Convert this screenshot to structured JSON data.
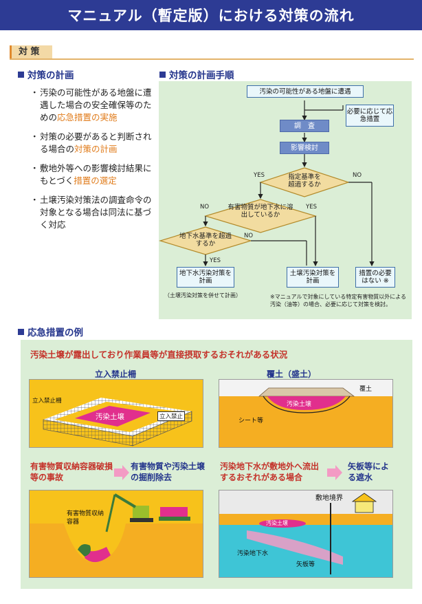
{
  "header": {
    "title": "マニュアル（暫定版）における対策の流れ"
  },
  "tab": {
    "label": "対 策"
  },
  "plan": {
    "heading": "対策の計画",
    "bullets": [
      {
        "pre": "汚染の可能性がある地盤に遭遇した場合の安全確保等のための",
        "hl": "応急措置の実施",
        "post": ""
      },
      {
        "pre": "対策の必要があると判断される場合の",
        "hl": "対策の計画",
        "post": ""
      },
      {
        "pre": "敷地外等への影響検討結果にもとづく",
        "hl": "措置の選定",
        "post": ""
      },
      {
        "pre": "土壌汚染対策法の調査命令の対象となる場合は同法に基づく対応",
        "hl": "",
        "post": ""
      }
    ]
  },
  "procedure": {
    "heading": "対策の計画手順",
    "start": "汚染の可能性がある地盤に遭遇",
    "emergency": "必要に応じて応急措置",
    "survey": "調　査",
    "impact": "影響検討",
    "q1": "指定基準を超過するか",
    "q2": "有害物質が地下水に溶出しているか",
    "q3": "地下水基準を超過するか",
    "yes": "YES",
    "no": "NO",
    "r1": "地下水汚染対策を計画",
    "r1_note": "（土壌汚染対策を併せて計画）",
    "r2": "土壌汚染対策を計画",
    "r3": "措置の必要はない ※",
    "footnote": "※マニュアルで対象にしている特定有害物質以外による汚染（油等）の場合、必要に応じて対策を検討。"
  },
  "examples": {
    "heading": "応急措置の例",
    "situation": "汚染土壌が露出しており作業員等が直接摂取するおそれがある状況",
    "fence_title": "立入禁止柵",
    "cover_title": "覆土（盛土）",
    "fence_labels": {
      "fence": "立入禁止柵",
      "soil": "汚染土壌",
      "sign": "立入禁止"
    },
    "cover_labels": {
      "cover": "覆土",
      "soil": "汚染土壌",
      "sheet": "シート等"
    },
    "case1": "有害物質収納容器破損等の事故",
    "result1": "有害物質や汚染土壌の掘削除去",
    "case2": "汚染地下水が敷地外へ流出するおそれがある場合",
    "result2": "矢板等による遮水",
    "dig_labels": {
      "container": "有害物質収納容器"
    },
    "water_labels": {
      "boundary": "敷地境界",
      "soil": "汚染土壌",
      "groundwater": "汚染地下水",
      "sheetpile": "矢板等"
    }
  },
  "colors": {
    "navy": "#2d3b94",
    "orange": "#e07b1a",
    "red": "#c4322a",
    "panel": "#dbeed6"
  }
}
